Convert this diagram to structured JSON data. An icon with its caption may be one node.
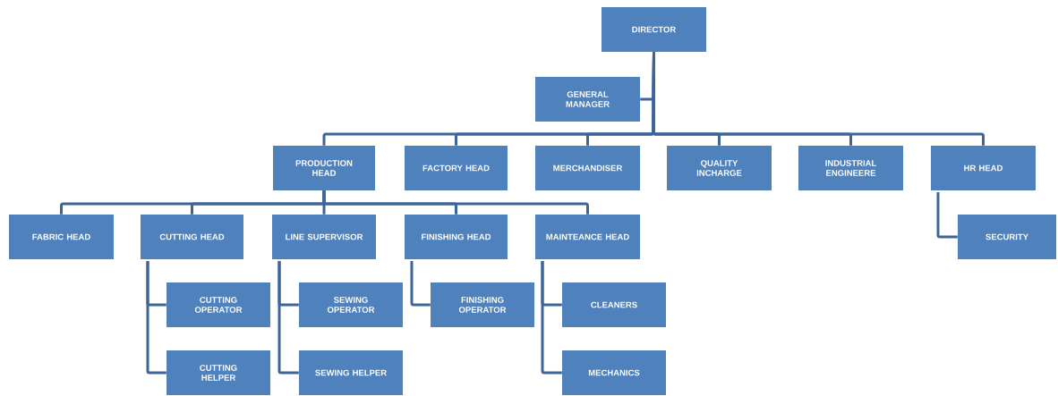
{
  "diagram": {
    "nodes": [
      {
        "text": [
          "DIRECTOR"
        ]
      },
      {
        "text": [
          "GENERAL MANAGER"
        ]
      },
      {
        "text": [
          "PRODUCTION HEAD"
        ]
      },
      {
        "text": [
          "FACTORY HEAD"
        ]
      },
      {
        "text": [
          "MERCHANDISER"
        ]
      },
      {
        "text": [
          "QUALITY INCHARGE"
        ]
      },
      {
        "text": [
          "INDUSTRIAL ENGINEERE"
        ]
      },
      {
        "text": [
          "HR HEAD"
        ]
      },
      {
        "text": [
          "FABRIC HEAD"
        ]
      },
      {
        "text": [
          "CUTTING HEAD"
        ]
      },
      {
        "text": [
          "LINE SUPERVISOR"
        ]
      },
      {
        "text": [
          "FINISHING HEAD"
        ]
      },
      {
        "text": [
          "MAINTEANCE HEAD"
        ]
      },
      {
        "text": [
          "SECURITY"
        ]
      },
      {
        "text": [
          "CUTTING OPERATOR"
        ]
      },
      {
        "text": [
          "SEWING OPERATOR"
        ]
      },
      {
        "text": [
          "FINISHING OPERATOR"
        ]
      },
      {
        "text": [
          "CLEANERS"
        ]
      },
      {
        "text": [
          "CUTTING HELPER"
        ]
      },
      {
        "text": [
          "SEWING HELPER"
        ]
      },
      {
        "text": [
          "MECHANICS"
        ]
      }
    ],
    "edges": [
      {
        "from": 0,
        "to": 1,
        "arrow": "none"
      },
      {
        "from": 0,
        "to": 2,
        "arrow": "none"
      },
      {
        "from": 0,
        "to": 3,
        "arrow": "none"
      },
      {
        "from": 0,
        "to": 4,
        "arrow": "none"
      },
      {
        "from": 0,
        "to": 5,
        "arrow": "none"
      },
      {
        "from": 0,
        "to": 6,
        "arrow": "none"
      },
      {
        "from": 0,
        "to": 7,
        "arrow": "none"
      },
      {
        "from": 2,
        "to": 8,
        "arrow": "none"
      },
      {
        "from": 2,
        "to": 9,
        "arrow": "none"
      },
      {
        "from": 2,
        "to": 10,
        "arrow": "none"
      },
      {
        "from": 2,
        "to": 11,
        "arrow": "none"
      },
      {
        "from": 2,
        "to": 12,
        "arrow": "none"
      },
      {
        "from": 7,
        "to": 13,
        "arrow": "none"
      },
      {
        "from": 9,
        "to": 14,
        "arrow": "none"
      },
      {
        "from": 9,
        "to": 18,
        "arrow": "none"
      },
      {
        "from": 10,
        "to": 15,
        "arrow": "none"
      },
      {
        "from": 10,
        "to": 19,
        "arrow": "none"
      },
      {
        "from": 11,
        "to": 16,
        "arrow": "none"
      },
      {
        "from": 12,
        "to": 17,
        "arrow": "none"
      },
      {
        "from": 12,
        "to": 20,
        "arrow": "none"
      }
    ]
  }
}
